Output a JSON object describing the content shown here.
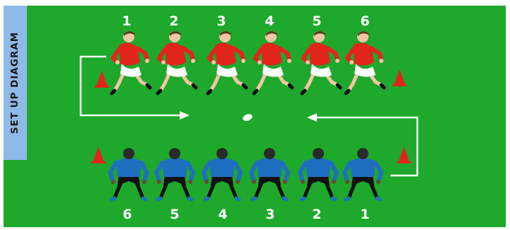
{
  "diagram": {
    "side_label": "SET UP DIAGRAM",
    "attackers": {
      "numbers": [
        "1",
        "2",
        "3",
        "4",
        "5",
        "6"
      ],
      "jersey_color": "#e1251b",
      "shorts_color": "#ffffff"
    },
    "defenders": {
      "numbers": [
        "6",
        "5",
        "4",
        "3",
        "2",
        "1"
      ],
      "jersey_color": "#1f6fc0",
      "shorts_color": "#111111"
    },
    "colors": {
      "field": "#1ea82c",
      "cone": "#e1251b",
      "arrow": "#ffffff",
      "ball": "#ffffff",
      "tab": "#8fb9e6"
    },
    "icons": [
      "cone-icon",
      "ball-icon",
      "arrow-icon",
      "attacker-player-icon",
      "defender-player-icon"
    ]
  }
}
